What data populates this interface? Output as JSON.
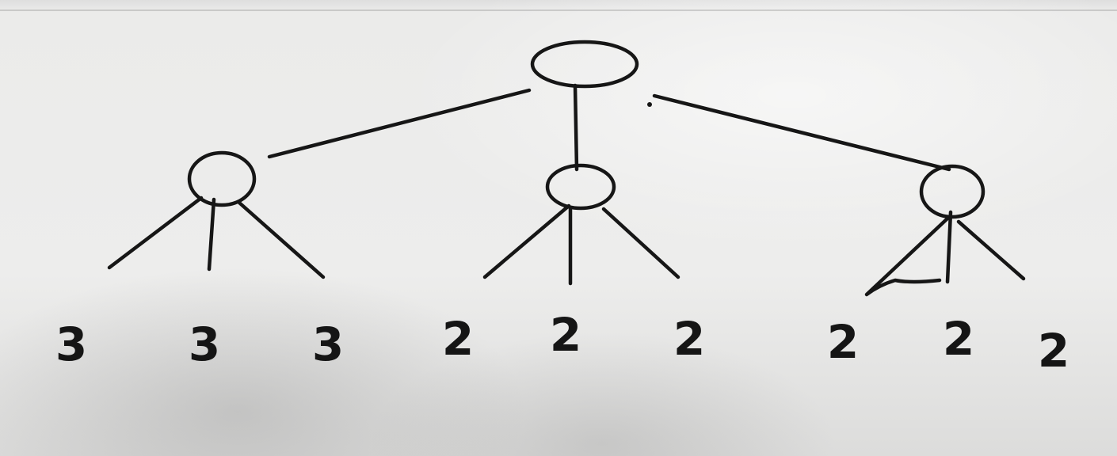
{
  "diagram": {
    "type": "game-tree",
    "levels": 3,
    "leaf_values": [
      "3",
      "3",
      "3",
      "2",
      "2",
      "2",
      "2",
      "2",
      "2"
    ]
  }
}
